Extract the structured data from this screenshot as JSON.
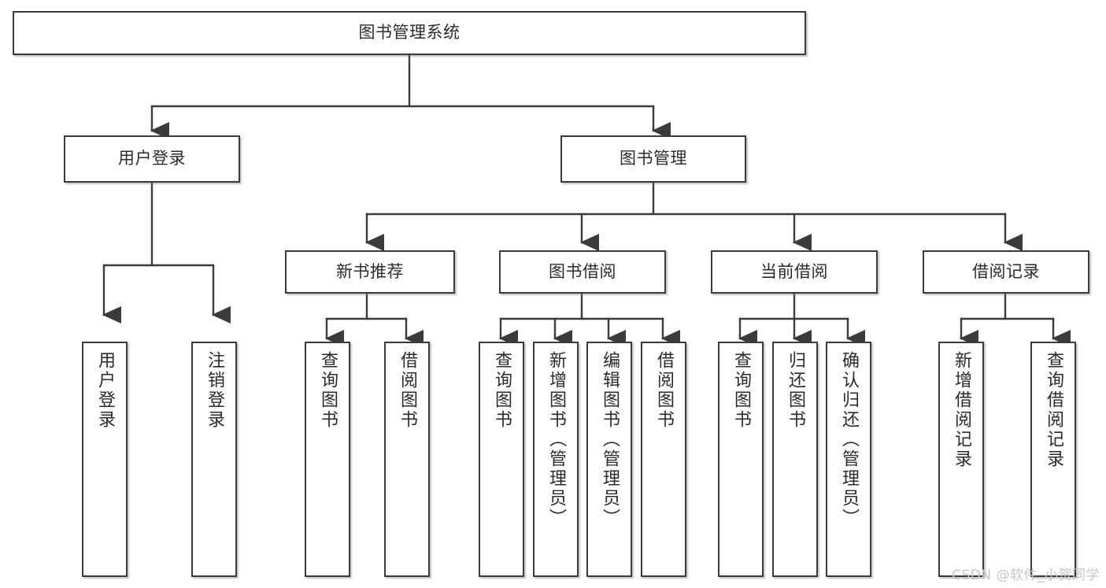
{
  "diagram": {
    "title": "图书管理系统",
    "type": "tree",
    "watermark": "CSDN @软件_小贺同学",
    "colors": {
      "box_border": "#3b3b3b",
      "box_fill": "#ffffff",
      "text": "#2b2b2b",
      "connector": "#3b3b3b",
      "watermark": "#c6c6c6",
      "background": "#ffffff"
    },
    "levels": {
      "root": "图书管理系统",
      "level1": [
        "用户登录",
        "图书管理"
      ],
      "level2": [
        "新书推荐",
        "图书借阅",
        "当前借阅",
        "借阅记录"
      ]
    },
    "nodes": {
      "root": {
        "label": "图书管理系统"
      },
      "l1": [
        {
          "label": "用户登录"
        },
        {
          "label": "图书管理"
        }
      ],
      "l2": [
        {
          "label": "新书推荐"
        },
        {
          "label": "图书借阅"
        },
        {
          "label": "当前借阅"
        },
        {
          "label": "借阅记录"
        }
      ],
      "leaves": [
        {
          "label": "用户登录",
          "parent": "用户登录"
        },
        {
          "label": "注销登录",
          "parent": "用户登录"
        },
        {
          "label": "查询图书",
          "parent": "新书推荐"
        },
        {
          "label": "借阅图书",
          "parent": "新书推荐"
        },
        {
          "label": "查询图书",
          "parent": "图书借阅"
        },
        {
          "label": "新增图书（管理员）",
          "parent": "图书借阅"
        },
        {
          "label": "编辑图书（管理员）",
          "parent": "图书借阅"
        },
        {
          "label": "借阅图书",
          "parent": "图书借阅"
        },
        {
          "label": "查询图书",
          "parent": "当前借阅"
        },
        {
          "label": "归还图书",
          "parent": "当前借阅"
        },
        {
          "label": "确认归还（管理员）",
          "parent": "当前借阅"
        },
        {
          "label": "新增借阅记录",
          "parent": "借阅记录"
        },
        {
          "label": "查询借阅记录",
          "parent": "借阅记录"
        }
      ]
    }
  }
}
